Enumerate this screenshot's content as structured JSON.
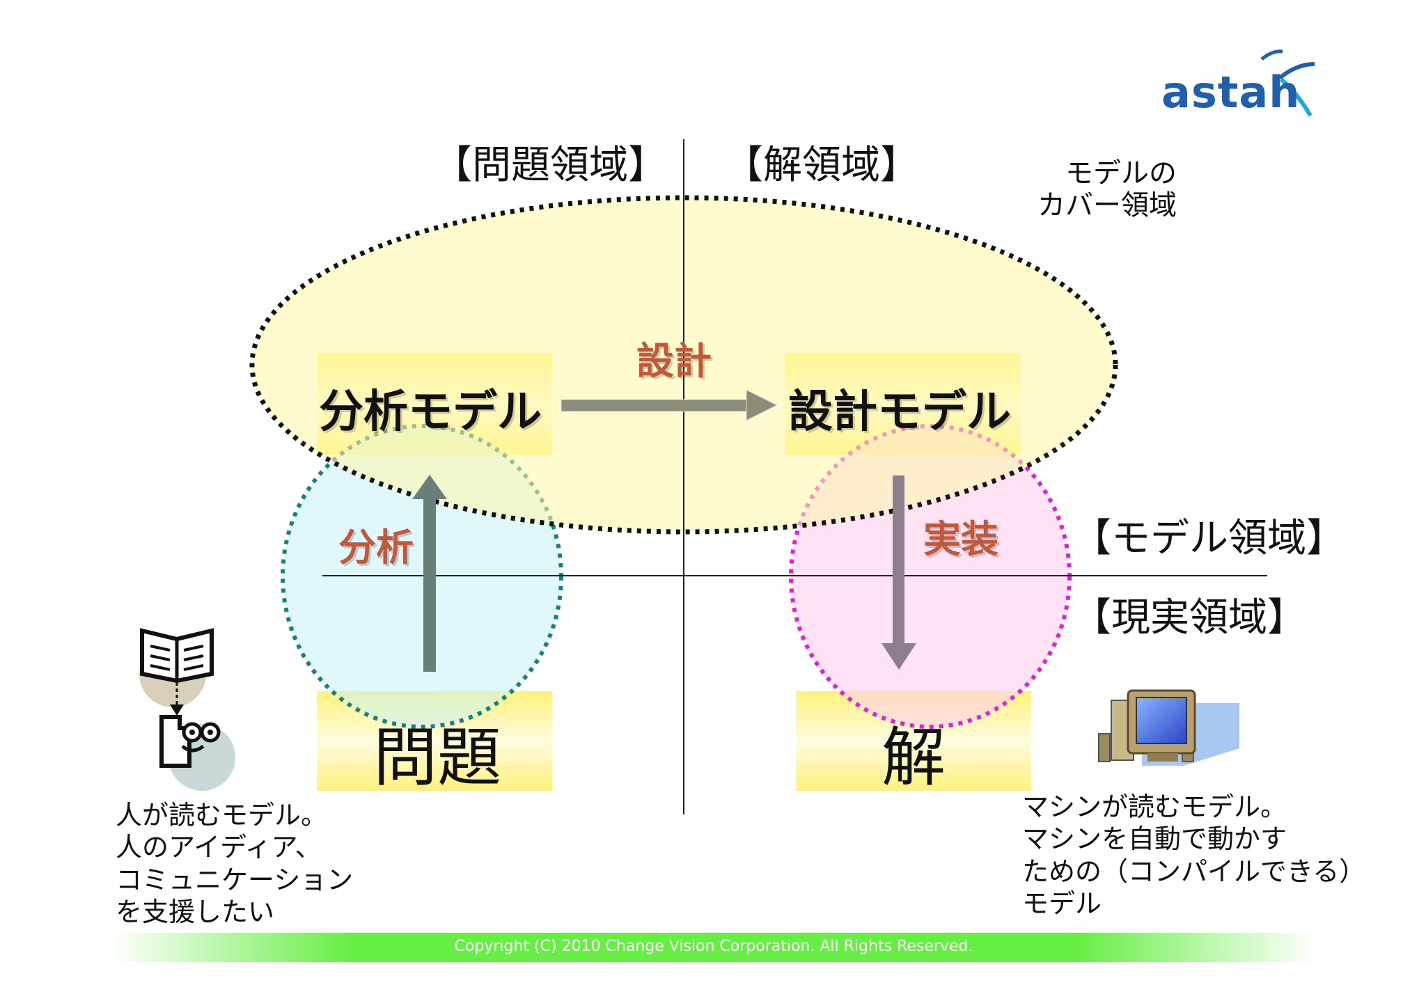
{
  "logo": {
    "text": "astah"
  },
  "header_labels": {
    "problem_domain": "【問題領域】",
    "solution_domain": "【解領域】"
  },
  "coverage_label": "モデルの\nカバー領域",
  "side_labels": {
    "model_domain": "【モデル領域】",
    "reality_domain": "【現実領域】"
  },
  "nodes": {
    "analysis_model": "分析モデル",
    "design_model": "設計モデル",
    "problem": "問題",
    "solution": "解"
  },
  "arrows": {
    "design": "設計",
    "analysis": "分析",
    "implementation": "実装"
  },
  "notes": {
    "human": "人が読むモデル。\n人のアイディア、\nコミュニケーション\nを支援したい",
    "machine": "マシンが読むモデル。\nマシンを自動で動かす\nための（コンパイルできる）\nモデル"
  },
  "icons": {
    "human": "person-reading-book-icon",
    "machine": "desktop-computer-icon"
  },
  "colors": {
    "model_ellipse": "#fff7a8",
    "analysis_circle": "#c9f3f7",
    "analysis_border": "#1a7f7f",
    "implementation_circle": "#ffd0ef",
    "implementation_border": "#e020d8",
    "arrow_gray": "#8c8c78",
    "arrow_label": "#c0593a",
    "logo_blue": "#1f5fae",
    "footer_green": "#66ee44"
  },
  "footer": {
    "copyright": "Copyright (C) 2010 Change Vision Corporation. All Rights Reserved."
  }
}
